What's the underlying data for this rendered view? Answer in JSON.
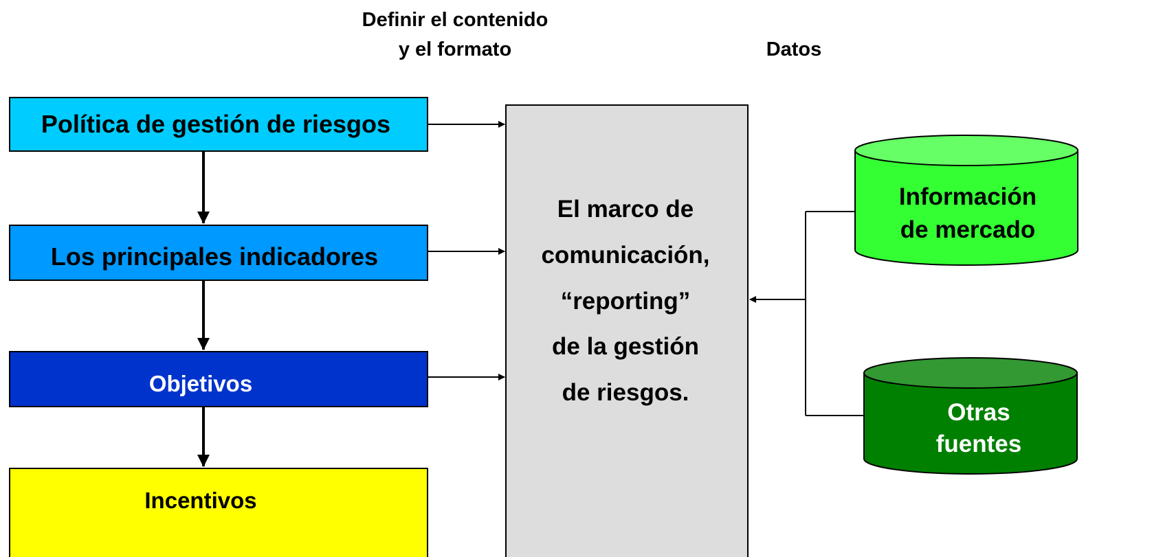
{
  "headers": {
    "left_line1": "Definir el contenido",
    "left_line2": "y el formato",
    "right": "Datos"
  },
  "boxes": {
    "policy": {
      "label": "Política de gestión de riesgos",
      "color": "#00CCFF"
    },
    "indicators": {
      "label": "Los principales indicadores",
      "color": "#0099FF"
    },
    "objectives": {
      "label": "Objetivos",
      "color": "#0033CC",
      "text_color": "#FFFFFF"
    },
    "incentives": {
      "label": "Incentivos",
      "color": "#FFFF00"
    }
  },
  "framework": {
    "lines": [
      "El marco de",
      "comunicación,",
      "“reporting”",
      "de la gestión",
      "de riesgos."
    ],
    "color": "#DDDDDD"
  },
  "sources": {
    "market": {
      "line1": "Información",
      "line2": "de mercado",
      "color": "#33FF33",
      "top_color": "#66FF66"
    },
    "other": {
      "line1": "Otras",
      "line2": "fuentes",
      "color": "#008000",
      "top_color": "#339933",
      "text_color": "#FFFFFF"
    }
  }
}
